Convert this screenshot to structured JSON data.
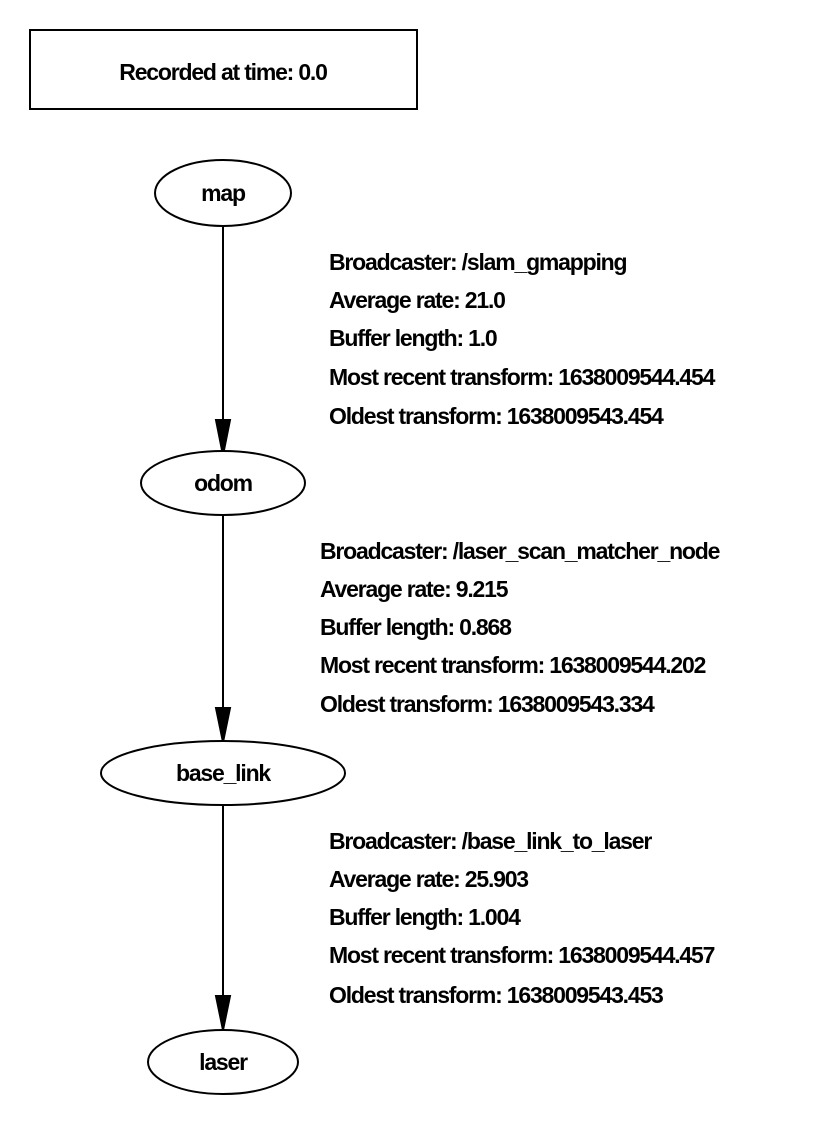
{
  "header": {
    "recorded": "Recorded at time: 0.0"
  },
  "nodes": [
    {
      "id": "map",
      "label": "map"
    },
    {
      "id": "odom",
      "label": "odom"
    },
    {
      "id": "base_link",
      "label": "base_link"
    },
    {
      "id": "laser",
      "label": "laser"
    }
  ],
  "edges": [
    {
      "from": "map",
      "to": "odom",
      "lines": [
        "Broadcaster: /slam_gmapping",
        "Average rate: 21.0",
        "Buffer length: 1.0",
        "Most recent transform: 1638009544.454",
        "Oldest transform: 1638009543.454"
      ]
    },
    {
      "from": "odom",
      "to": "base_link",
      "lines": [
        "Broadcaster: /laser_scan_matcher_node",
        "Average rate: 9.215",
        "Buffer length: 0.868",
        "Most recent transform: 1638009544.202",
        "Oldest transform: 1638009543.334"
      ]
    },
    {
      "from": "base_link",
      "to": "laser",
      "lines": [
        "Broadcaster: /base_link_to_laser",
        "Average rate: 25.903",
        "Buffer length: 1.004",
        "Most recent transform: 1638009544.457",
        "Oldest transform: 1638009543.453"
      ]
    }
  ],
  "colors": {
    "stroke": "#000000",
    "fill": "#ffffff",
    "text": "#000000"
  }
}
